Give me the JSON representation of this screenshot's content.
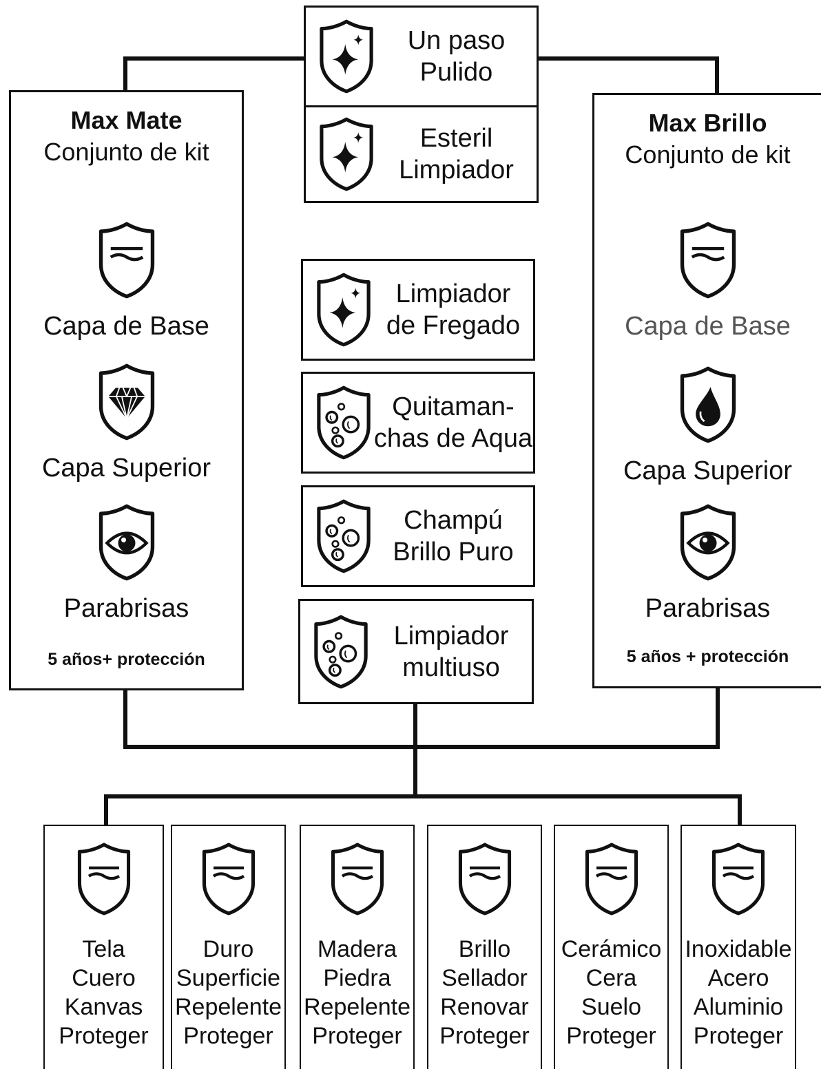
{
  "top_products": [
    {
      "icon": "sparkle-shield-icon",
      "line1": "Un paso",
      "line2": "Pulido"
    },
    {
      "icon": "sparkle-shield-icon",
      "line1": "Esteril",
      "line2": "Limpiador"
    }
  ],
  "kits": [
    {
      "name": "Max Mate",
      "subtitle": "Conjunto de kit",
      "items": [
        {
          "icon": "wave-shield-icon",
          "label": "Capa de Base",
          "color": "#111111"
        },
        {
          "icon": "diamond-shield-icon",
          "label": "Capa Superior",
          "color": "#111111"
        },
        {
          "icon": "eye-shield-icon",
          "label": "Parabrisas",
          "color": "#111111"
        }
      ],
      "footer": "5 años+ protección"
    },
    {
      "name": "Max Brillo",
      "subtitle": "Conjunto de kit",
      "items": [
        {
          "icon": "wave-shield-icon",
          "label": "Capa de Base",
          "color": "#555555"
        },
        {
          "icon": "drop-shield-icon",
          "label": "Capa Superior",
          "color": "#111111"
        },
        {
          "icon": "eye-shield-icon",
          "label": "Parabrisas",
          "color": "#111111"
        }
      ],
      "footer": "5 años + protección"
    }
  ],
  "middle_products": [
    {
      "icon": "sparkle-shield-icon",
      "line1": "Limpiador",
      "line2": "de Fregado"
    },
    {
      "icon": "bubbles-shield-icon",
      "line1": "Quitaman-",
      "line2": "chas de Aqua"
    },
    {
      "icon": "bubbles-shield-icon",
      "line1": "Champú",
      "line2": "Brillo Puro"
    },
    {
      "icon": "bubbles-shield-icon",
      "line1": "Limpiador",
      "line2": "multiuso"
    }
  ],
  "protectors": [
    {
      "icon": "wave-shield-icon",
      "lines": [
        "Tela",
        "Cuero",
        "Kanvas",
        "Proteger"
      ]
    },
    {
      "icon": "wave-shield-icon",
      "lines": [
        "Duro",
        "Superficie",
        "Repelente",
        "Proteger"
      ]
    },
    {
      "icon": "wave-shield-icon",
      "lines": [
        "Madera",
        "Piedra",
        "Repelente",
        "Proteger"
      ]
    },
    {
      "icon": "wave-shield-icon",
      "lines": [
        "Brillo",
        "Sellador",
        "Renovar",
        "Proteger"
      ]
    },
    {
      "icon": "wave-shield-icon",
      "lines": [
        "Cerámico",
        "Cera",
        "Suelo",
        "Proteger"
      ]
    },
    {
      "icon": "wave-shield-icon",
      "lines": [
        "Inoxidable",
        "Acero",
        "Aluminio",
        "Proteger"
      ]
    }
  ]
}
